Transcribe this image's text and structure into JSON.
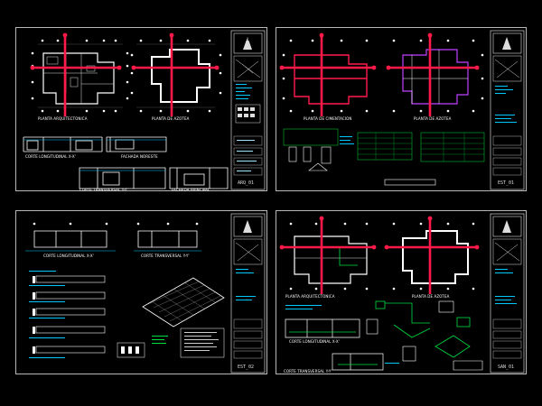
{
  "sheets": [
    {
      "id": "arq",
      "code": "ARQ_01",
      "labels": {
        "plan_left": "PLANTA ARQUITECTONICA",
        "plan_right": "PLANTA DE AZOTEA",
        "section_long": "CORTE LONGITUDINAL X-X'",
        "facade_north": "FACHADA NORESTE",
        "section_trans": "CORTE TRANSVERSAL Y-Y'",
        "facade_main": "FACHADA PRINCIPAL"
      }
    },
    {
      "id": "est",
      "code": "EST_01",
      "labels": {
        "plan_left": "PLANTA DE CIMENTACION",
        "plan_right": "PLANTA DE AZOTEA"
      }
    },
    {
      "id": "est2",
      "code": "EST_02",
      "labels": {
        "section_long": "CORTE LONGITUDINAL X-X'",
        "section_trans": "CORTE TRANSVERSAL Y-Y'"
      }
    },
    {
      "id": "san",
      "code": "SAN_01",
      "labels": {
        "plan_left": "PLANTA ARQUITECTONICA",
        "plan_right": "PLANTA DE AZOTEA",
        "section_long": "CORTE LONGITUDINAL X-X'",
        "section_trans": "CORTE TRANSVERSAL Y-Y'"
      }
    }
  ],
  "colors": {
    "background": "#000000",
    "frame": "#b8b8b8",
    "walls": "#ffffff",
    "axis": "#ff1a4a",
    "cyan": "#00c8ff",
    "green": "#00e040",
    "magenta": "#c040ff"
  }
}
